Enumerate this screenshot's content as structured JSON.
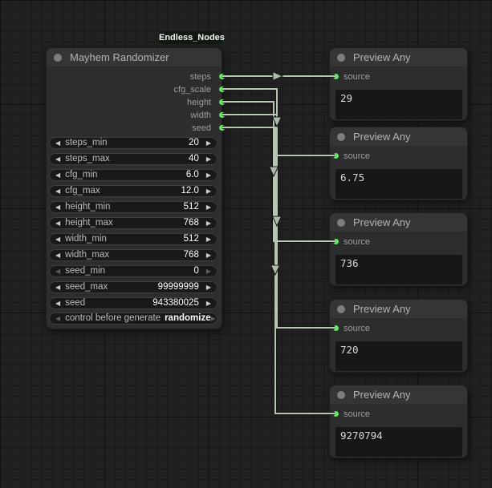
{
  "badge": {
    "label": "Endless_Nodes"
  },
  "icons": {
    "arrow_left": "◀",
    "arrow_right": "▶"
  },
  "colors": {
    "slot_green": "#68e168",
    "wire": "#b9c6b3",
    "node_body": "#2d2d2d",
    "node_header": "#353535",
    "badge_bg": "#111a11"
  },
  "randomizer": {
    "title": "Mayhem Randomizer",
    "outputs": [
      "steps",
      "cfg_scale",
      "height",
      "width",
      "seed"
    ],
    "widgets": [
      {
        "label": "steps_min",
        "value": "20",
        "disabled": false
      },
      {
        "label": "steps_max",
        "value": "40",
        "disabled": false
      },
      {
        "label": "cfg_min",
        "value": "6.0",
        "disabled": false
      },
      {
        "label": "cfg_max",
        "value": "12.0",
        "disabled": false
      },
      {
        "label": "height_min",
        "value": "512",
        "disabled": false
      },
      {
        "label": "height_max",
        "value": "768",
        "disabled": false
      },
      {
        "label": "width_min",
        "value": "512",
        "disabled": false
      },
      {
        "label": "width_max",
        "value": "768",
        "disabled": false
      },
      {
        "label": "seed_min",
        "value": "0",
        "disabled": true
      },
      {
        "label": "seed_max",
        "value": "99999999",
        "disabled": false
      },
      {
        "label": "seed",
        "value": "943380025",
        "disabled": false
      },
      {
        "label": "control before generate",
        "value": "randomize",
        "disabled": true
      }
    ]
  },
  "previews": [
    {
      "title": "Preview Any",
      "input_label": "source",
      "value": "29"
    },
    {
      "title": "Preview Any",
      "input_label": "source",
      "value": "6.75"
    },
    {
      "title": "Preview Any",
      "input_label": "source",
      "value": "736"
    },
    {
      "title": "Preview Any",
      "input_label": "source",
      "value": "720"
    },
    {
      "title": "Preview Any",
      "input_label": "source",
      "value": "9270794"
    }
  ]
}
